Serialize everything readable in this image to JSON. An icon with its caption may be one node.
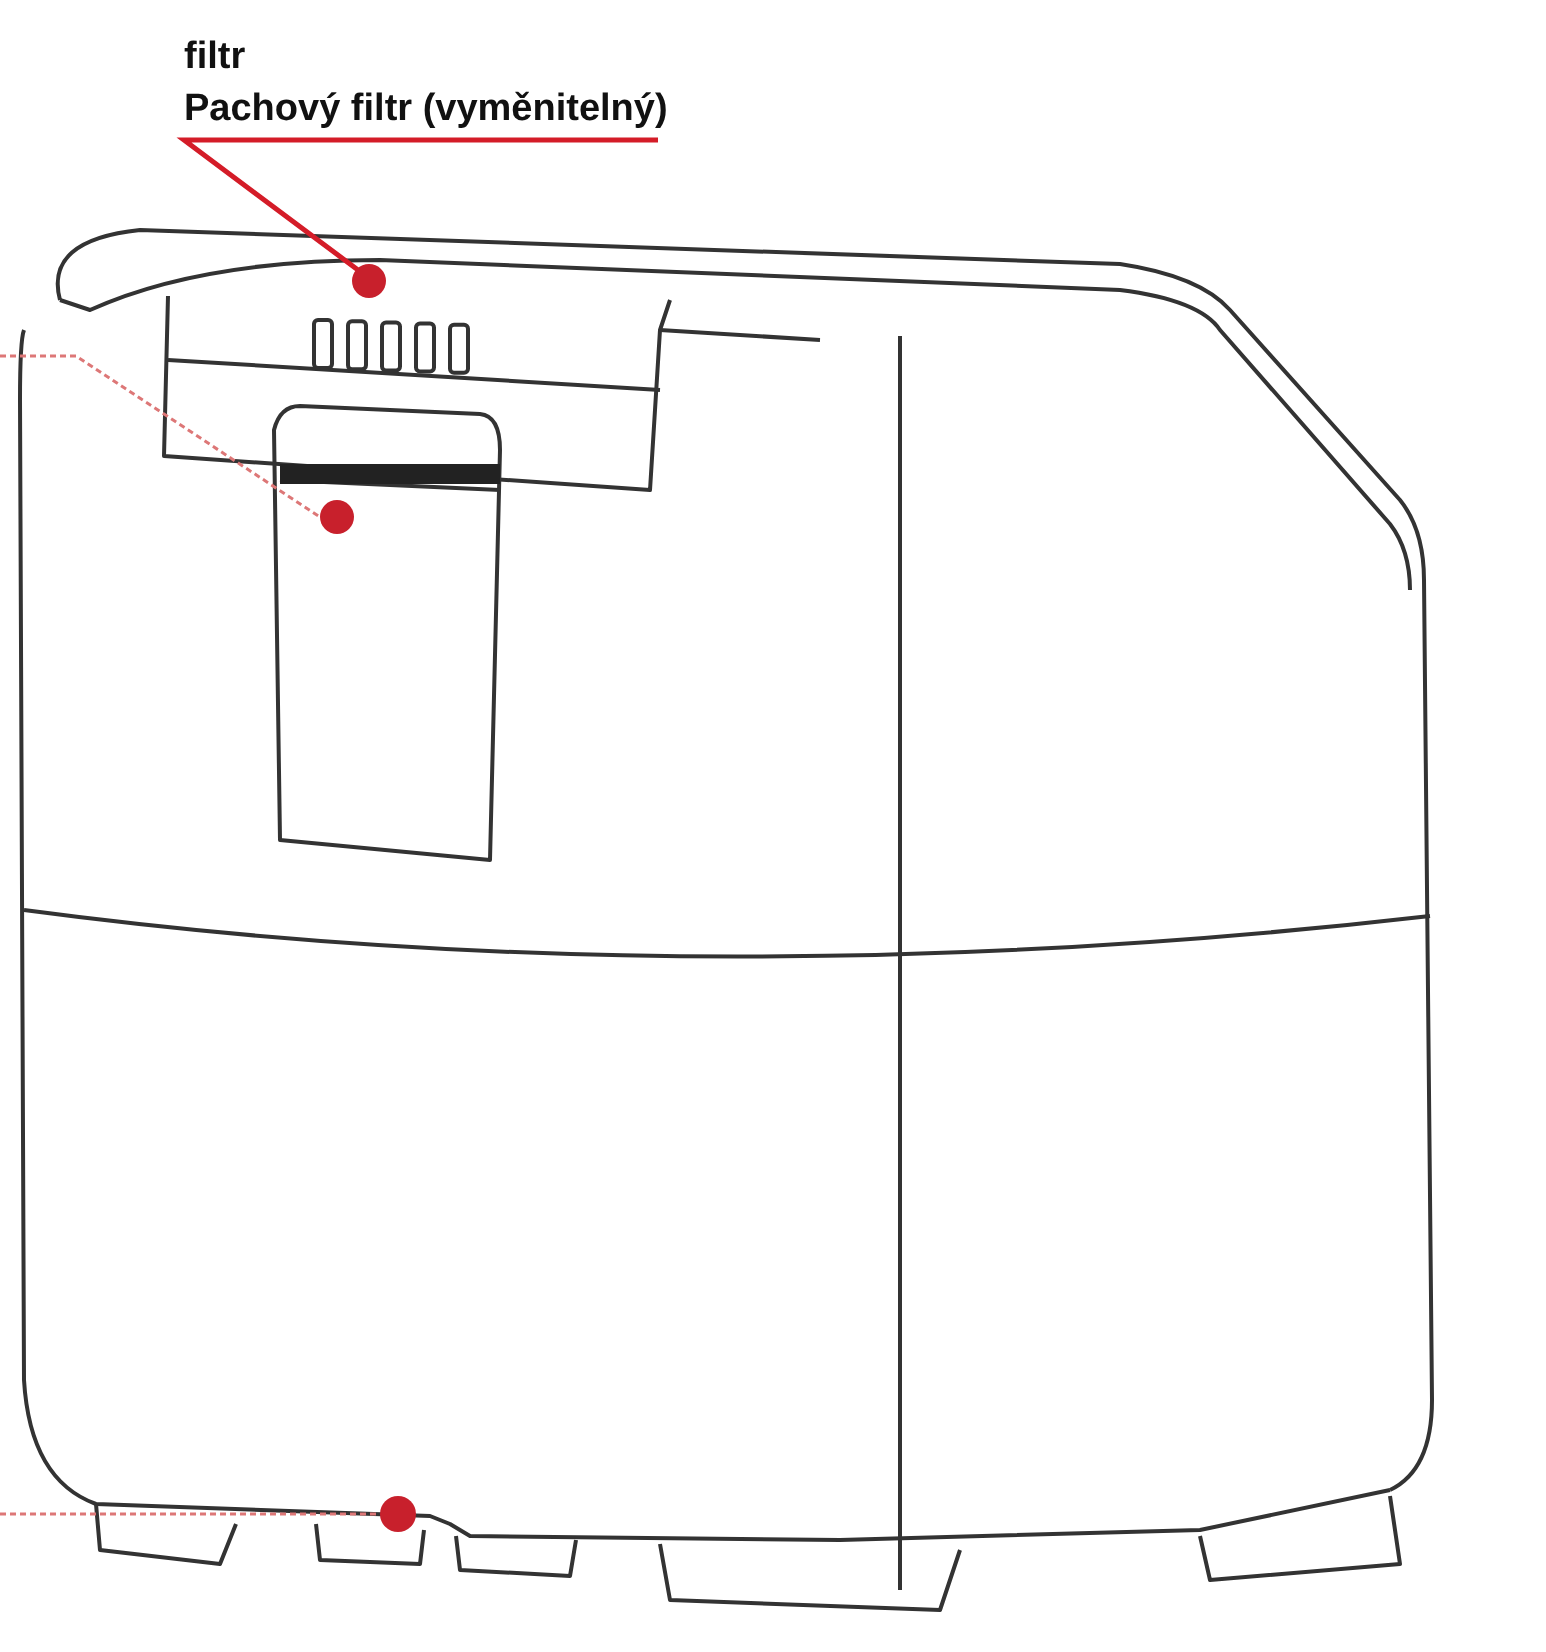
{
  "diagram": {
    "nodes": [
      {
        "text": [
          "filtr",
          "Pachový filtr (vyměnitelný)"
        ]
      },
      {
        "text": [],
        "shape": "circle"
      },
      {
        "text": [],
        "shape": "circle"
      },
      {
        "text": [],
        "shape": "circle"
      }
    ],
    "edges": [
      {
        "from": 0,
        "to": 1,
        "arrow": "none",
        "color": "#d41c28"
      },
      {
        "from": null,
        "to": 2,
        "arrow": "none",
        "style": "dashed"
      },
      {
        "from": null,
        "to": 3,
        "arrow": "none",
        "style": "dashed"
      }
    ]
  }
}
